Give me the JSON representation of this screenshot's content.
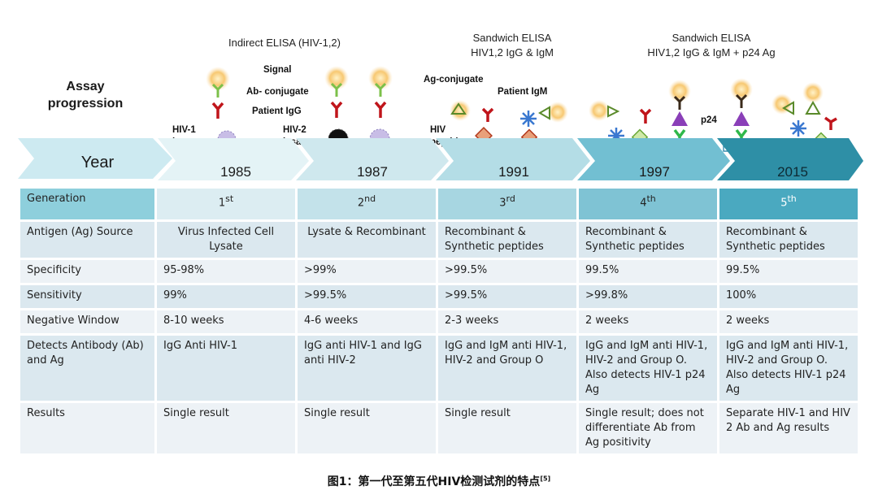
{
  "header": {
    "assay_progression": "Assay progression",
    "indirect_elisa": "Indirect ELISA (HIV-1,2)",
    "sandwich_1991_l1": "Sandwich ELISA",
    "sandwich_1991_l2": "HIV1,2 IgG & IgM",
    "sandwich_1997_l1": "Sandwich ELISA",
    "sandwich_1997_l2": "HIV1,2 IgG & IgM + p24 Ag"
  },
  "assay_labels": {
    "signal": "Signal",
    "ab_conjugate": "Ab- conjugate",
    "patient_igg": "Patient IgG",
    "hiv1_lysate_l1": "HIV-1",
    "hiv1_lysate_l2": "lysate",
    "hiv2_lysate_l1": "HIV-2",
    "hiv2_lysate_l2": "lysate",
    "ag_conjugate": "Ag-conjugate",
    "patient_igm": "Patient IgM",
    "hiv_peptide_l1": "HIV",
    "hiv_peptide_l2": "peptide",
    "p24": "p24"
  },
  "timeline": {
    "label": "Year",
    "years": [
      "1985",
      "1987",
      "1991",
      "1997",
      "2015"
    ]
  },
  "table": {
    "generation_label": "Generation",
    "generations": [
      {
        "num": "1",
        "suffix": "st"
      },
      {
        "num": "2",
        "suffix": "nd"
      },
      {
        "num": "3",
        "suffix": "rd"
      },
      {
        "num": "4",
        "suffix": "th"
      },
      {
        "num": "5",
        "suffix": "th"
      }
    ],
    "rows": [
      {
        "label": "Antigen (Ag) Source",
        "cells": [
          "Virus Infected Cell Lysate",
          "Lysate & Recombinant",
          "Recombinant & Synthetic peptides",
          "Recombinant & Synthetic peptides",
          "Recombinant & Synthetic peptides"
        ]
      },
      {
        "label": "Specificity",
        "cells": [
          "95-98%",
          ">99%",
          ">99.5%",
          "99.5%",
          "99.5%"
        ]
      },
      {
        "label": "Sensitivity",
        "cells": [
          "99%",
          ">99.5%",
          ">99.5%",
          ">99.8%",
          "100%"
        ]
      },
      {
        "label": "Negative Window",
        "cells": [
          "8-10 weeks",
          "4-6 weeks",
          "2-3 weeks",
          "2 weeks",
          "2 weeks"
        ]
      },
      {
        "label": "Detects Antibody (Ab) and Ag",
        "cells": [
          "IgG Anti HIV-1",
          "IgG anti HIV-1 and IgG anti HIV-2",
          "IgG and IgM anti HIV-1, HIV-2 and Group O",
          "IgG and IgM anti HIV-1, HIV-2 and Group O.  Also detects HIV-1 p24 Ag",
          "IgG and IgM anti HIV-1, HIV-2 and Group O.  Also detects HIV-1 p24 Ag"
        ]
      },
      {
        "label": "Results",
        "cells": [
          "Single result",
          "Single result",
          "Single result",
          "Single result; does not differentiate Ab from Ag positivity",
          "Separate HIV-1 and HIV 2 Ab and Ag results"
        ]
      }
    ]
  },
  "caption": {
    "text": "图1：第一代至第五代HIV检测试剂的特点",
    "ref": "[5]"
  },
  "colors": {
    "year_grad_start": "#d8eef2",
    "year_grad_end": "#2e8fa6",
    "generation_header_1": "#dcedf2",
    "generation_header_2": "#c3e2ea",
    "generation_header_3": "#a7d6e1",
    "generation_header_4": "#7fc3d4",
    "generation_header_5": "#4aa9c0",
    "generation_label_bg": "#8ecfdc",
    "row_dark": "#dbe8ef",
    "row_light": "#edf2f6",
    "igg_red": "#c0151b",
    "conj_green": "#7cc04a",
    "glow": "#f7c872"
  }
}
